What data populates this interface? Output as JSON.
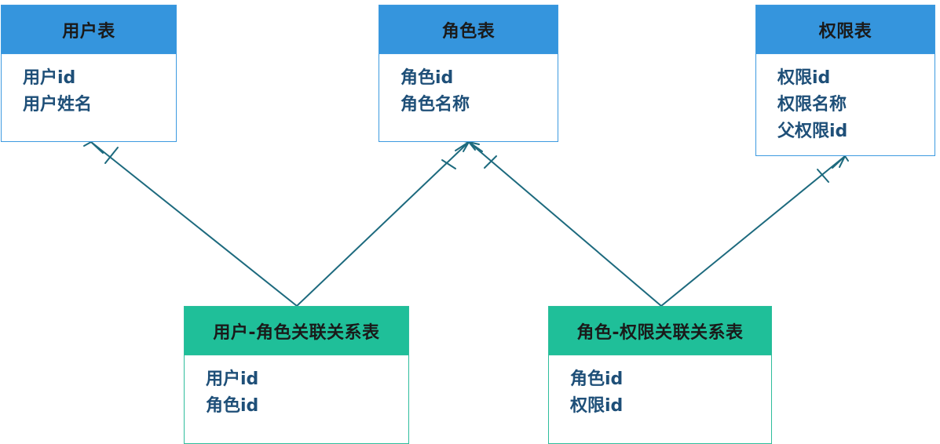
{
  "entities": {
    "users": {
      "title": "用户表",
      "fields": [
        "用户id",
        "用户姓名"
      ]
    },
    "roles": {
      "title": "角色表",
      "fields": [
        "角色id",
        "角色名称"
      ]
    },
    "permissions": {
      "title": "权限表",
      "fields": [
        "权限id",
        "权限名称",
        "父权限id"
      ]
    },
    "user_role": {
      "title": "用户-角色关联关系表",
      "fields": [
        "用户id",
        "角色id"
      ]
    },
    "role_permission": {
      "title": "角色-权限关联关系表",
      "fields": [
        "角色id",
        "权限id"
      ]
    }
  },
  "colors": {
    "master_header": "#3595dd",
    "join_header": "#1fbf99",
    "field_text": "#1e4f78",
    "connector": "#1d6a7e"
  }
}
